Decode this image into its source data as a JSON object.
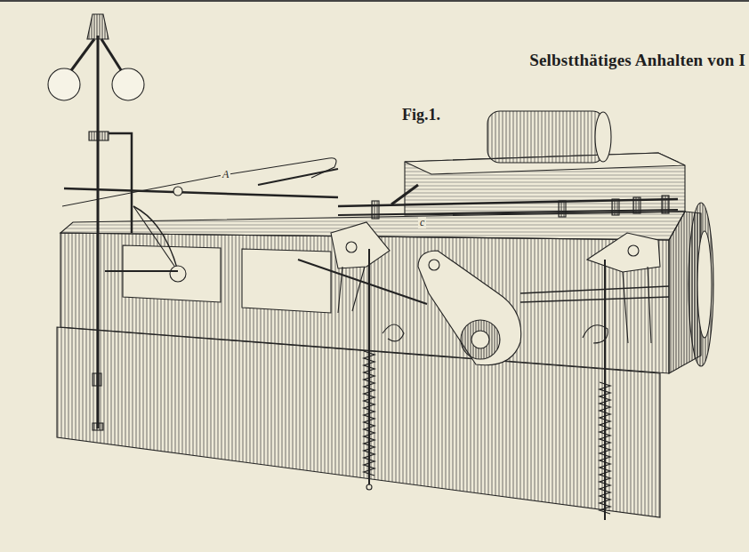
{
  "diagram": {
    "title": "Selbstthätiges Anhalten von I",
    "labels": [
      "Fig.1.",
      "A",
      "c"
    ]
  }
}
